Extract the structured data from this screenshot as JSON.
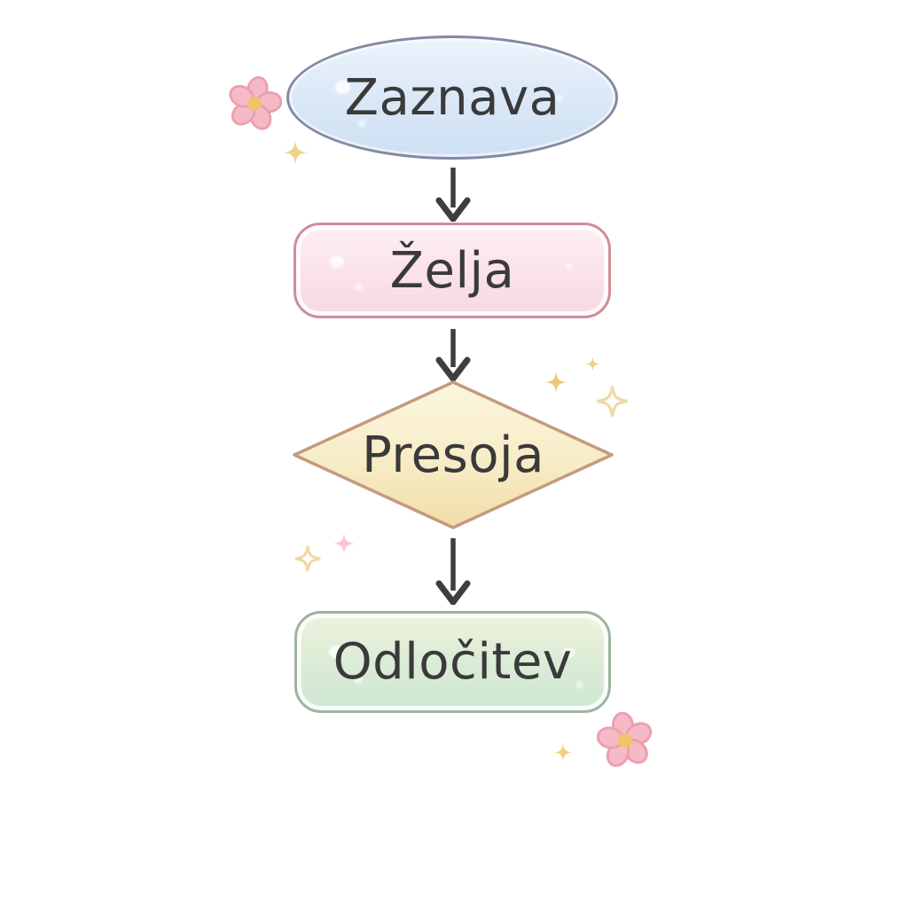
{
  "diagram": {
    "type": "flowchart",
    "direction": "top-down",
    "background_color": "#ffffff",
    "text_color": "#3a3a3a",
    "arrow_color": "#3e3e3e",
    "nodes": [
      {
        "id": "zaznava",
        "label": "Zaznava",
        "shape": "ellipse",
        "fill_top": "#edf4fb",
        "fill_bottom": "#cde0f3",
        "border_color": "#8489a3"
      },
      {
        "id": "zelja",
        "label": "Želja",
        "shape": "rounded-rectangle",
        "fill_top": "#fdf1f5",
        "fill_bottom": "#f7d8e3",
        "border_color": "#cf8e98"
      },
      {
        "id": "presoja",
        "label": "Presoja",
        "shape": "diamond",
        "fill_top": "#fbf5dd",
        "fill_bottom": "#f1dda8",
        "border_color": "#c39b7f"
      },
      {
        "id": "odlocitev",
        "label": "Odločitev",
        "shape": "rounded-rectangle",
        "fill_top": "#eef3de",
        "fill_bottom": "#cfe7d3",
        "border_color": "#9db4a0"
      }
    ],
    "edges": [
      {
        "from": "zaznava",
        "to": "zelja",
        "style": "arrow-down"
      },
      {
        "from": "zelja",
        "to": "presoja",
        "style": "arrow-down"
      },
      {
        "from": "presoja",
        "to": "odlocitev",
        "style": "arrow-down"
      }
    ],
    "decorations": [
      {
        "icon": "flower-icon",
        "position": "upper-left",
        "petal_color": "#f6bac7",
        "outline_color": "#ec9fb0",
        "center_color": "#f0c469"
      },
      {
        "icon": "sparkle-icon",
        "position": "upper-left-below-flower",
        "color": "#f2d489",
        "style": "filled"
      },
      {
        "icon": "sparkle-icon",
        "position": "right-of-diamond-small",
        "color": "#f0cf86",
        "style": "filled"
      },
      {
        "icon": "sparkle-icon",
        "position": "right-of-diamond-medium",
        "color": "#eec67b",
        "style": "filled"
      },
      {
        "icon": "sparkle-icon",
        "position": "right-of-diamond-large",
        "color": "#eedaa8",
        "style": "outline"
      },
      {
        "icon": "sparkle-icon",
        "position": "below-left-of-diamond",
        "color": "#eed9a2",
        "style": "outline"
      },
      {
        "icon": "sparkle-icon",
        "position": "below-left-of-diamond-pink",
        "color": "#f5b8c5",
        "style": "filled"
      },
      {
        "icon": "sparkle-icon",
        "position": "bottom-right-near-flower",
        "color": "#f2d07e",
        "style": "filled"
      },
      {
        "icon": "flower-icon",
        "position": "bottom-right",
        "petal_color": "#f6bac7",
        "outline_color": "#ec9fb0",
        "center_color": "#f0c469"
      }
    ]
  }
}
